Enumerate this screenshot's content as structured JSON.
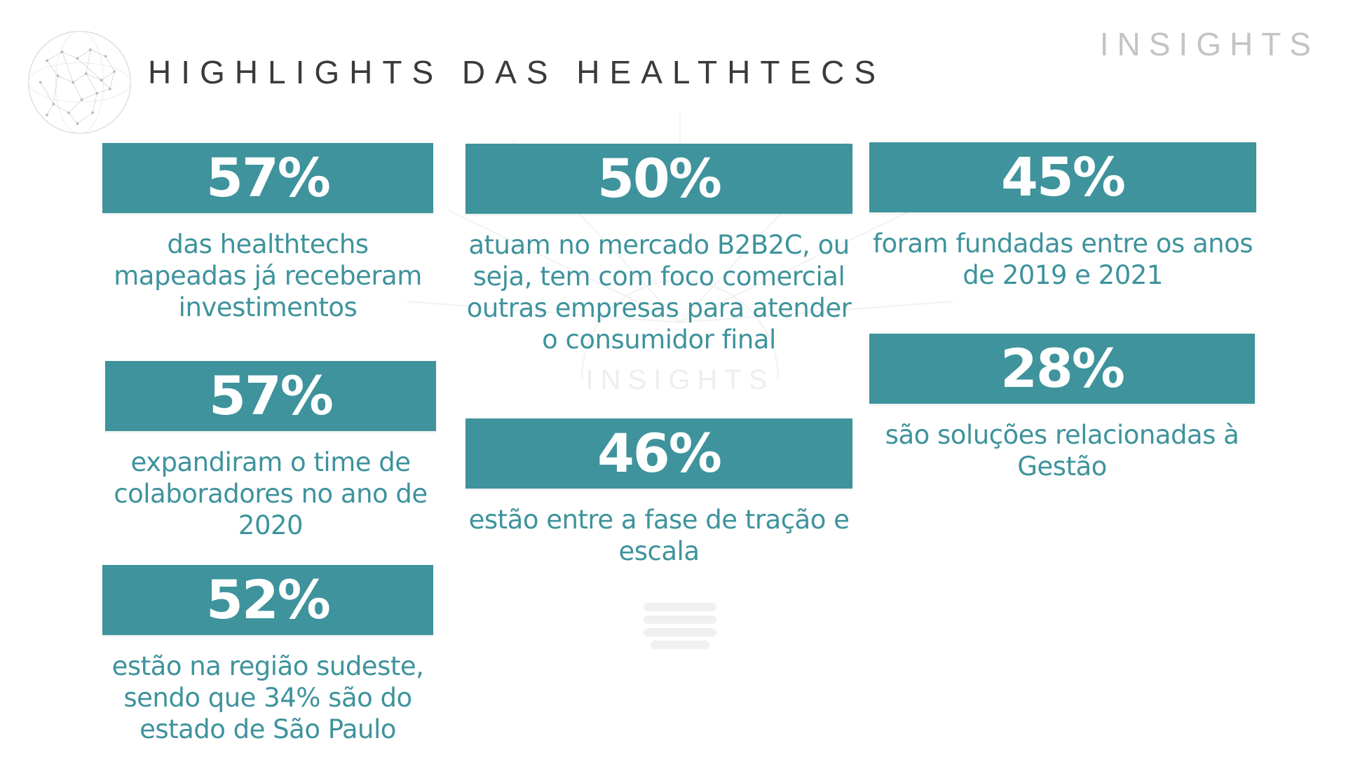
{
  "header": {
    "title": "HIGHLIGHTS DAS HEALTHTECS",
    "brand": "INSIGHTS"
  },
  "watermark": {
    "text": "INSIGHTS"
  },
  "stats": [
    {
      "value": "57%",
      "text": "das healthtechs mapeadas já receberam investimentos"
    },
    {
      "value": "50%",
      "text": "atuam no mercado B2B2C, ou seja, tem com foco comercial outras empresas para atender o consumidor final"
    },
    {
      "value": "45%",
      "text": "foram fundadas entre os anos de 2019 e 2021"
    },
    {
      "value": "57%",
      "text": "expandiram o time de colaboradores no ano de 2020"
    },
    {
      "value": "46%",
      "text": "estão entre a fase de tração e escala"
    },
    {
      "value": "52%",
      "text": "estão na região sudeste, sendo que 34% são do estado de São Paulo"
    },
    {
      "value": "28%",
      "text": "são soluções relacionadas à Gestão"
    }
  ],
  "colors": {
    "accent": "#3e939c",
    "title": "#3a3a3a",
    "brand": "#c4c4c4"
  },
  "icons": {
    "globe": "globe-network-icon",
    "watermark": "insights-lamp-icon"
  }
}
